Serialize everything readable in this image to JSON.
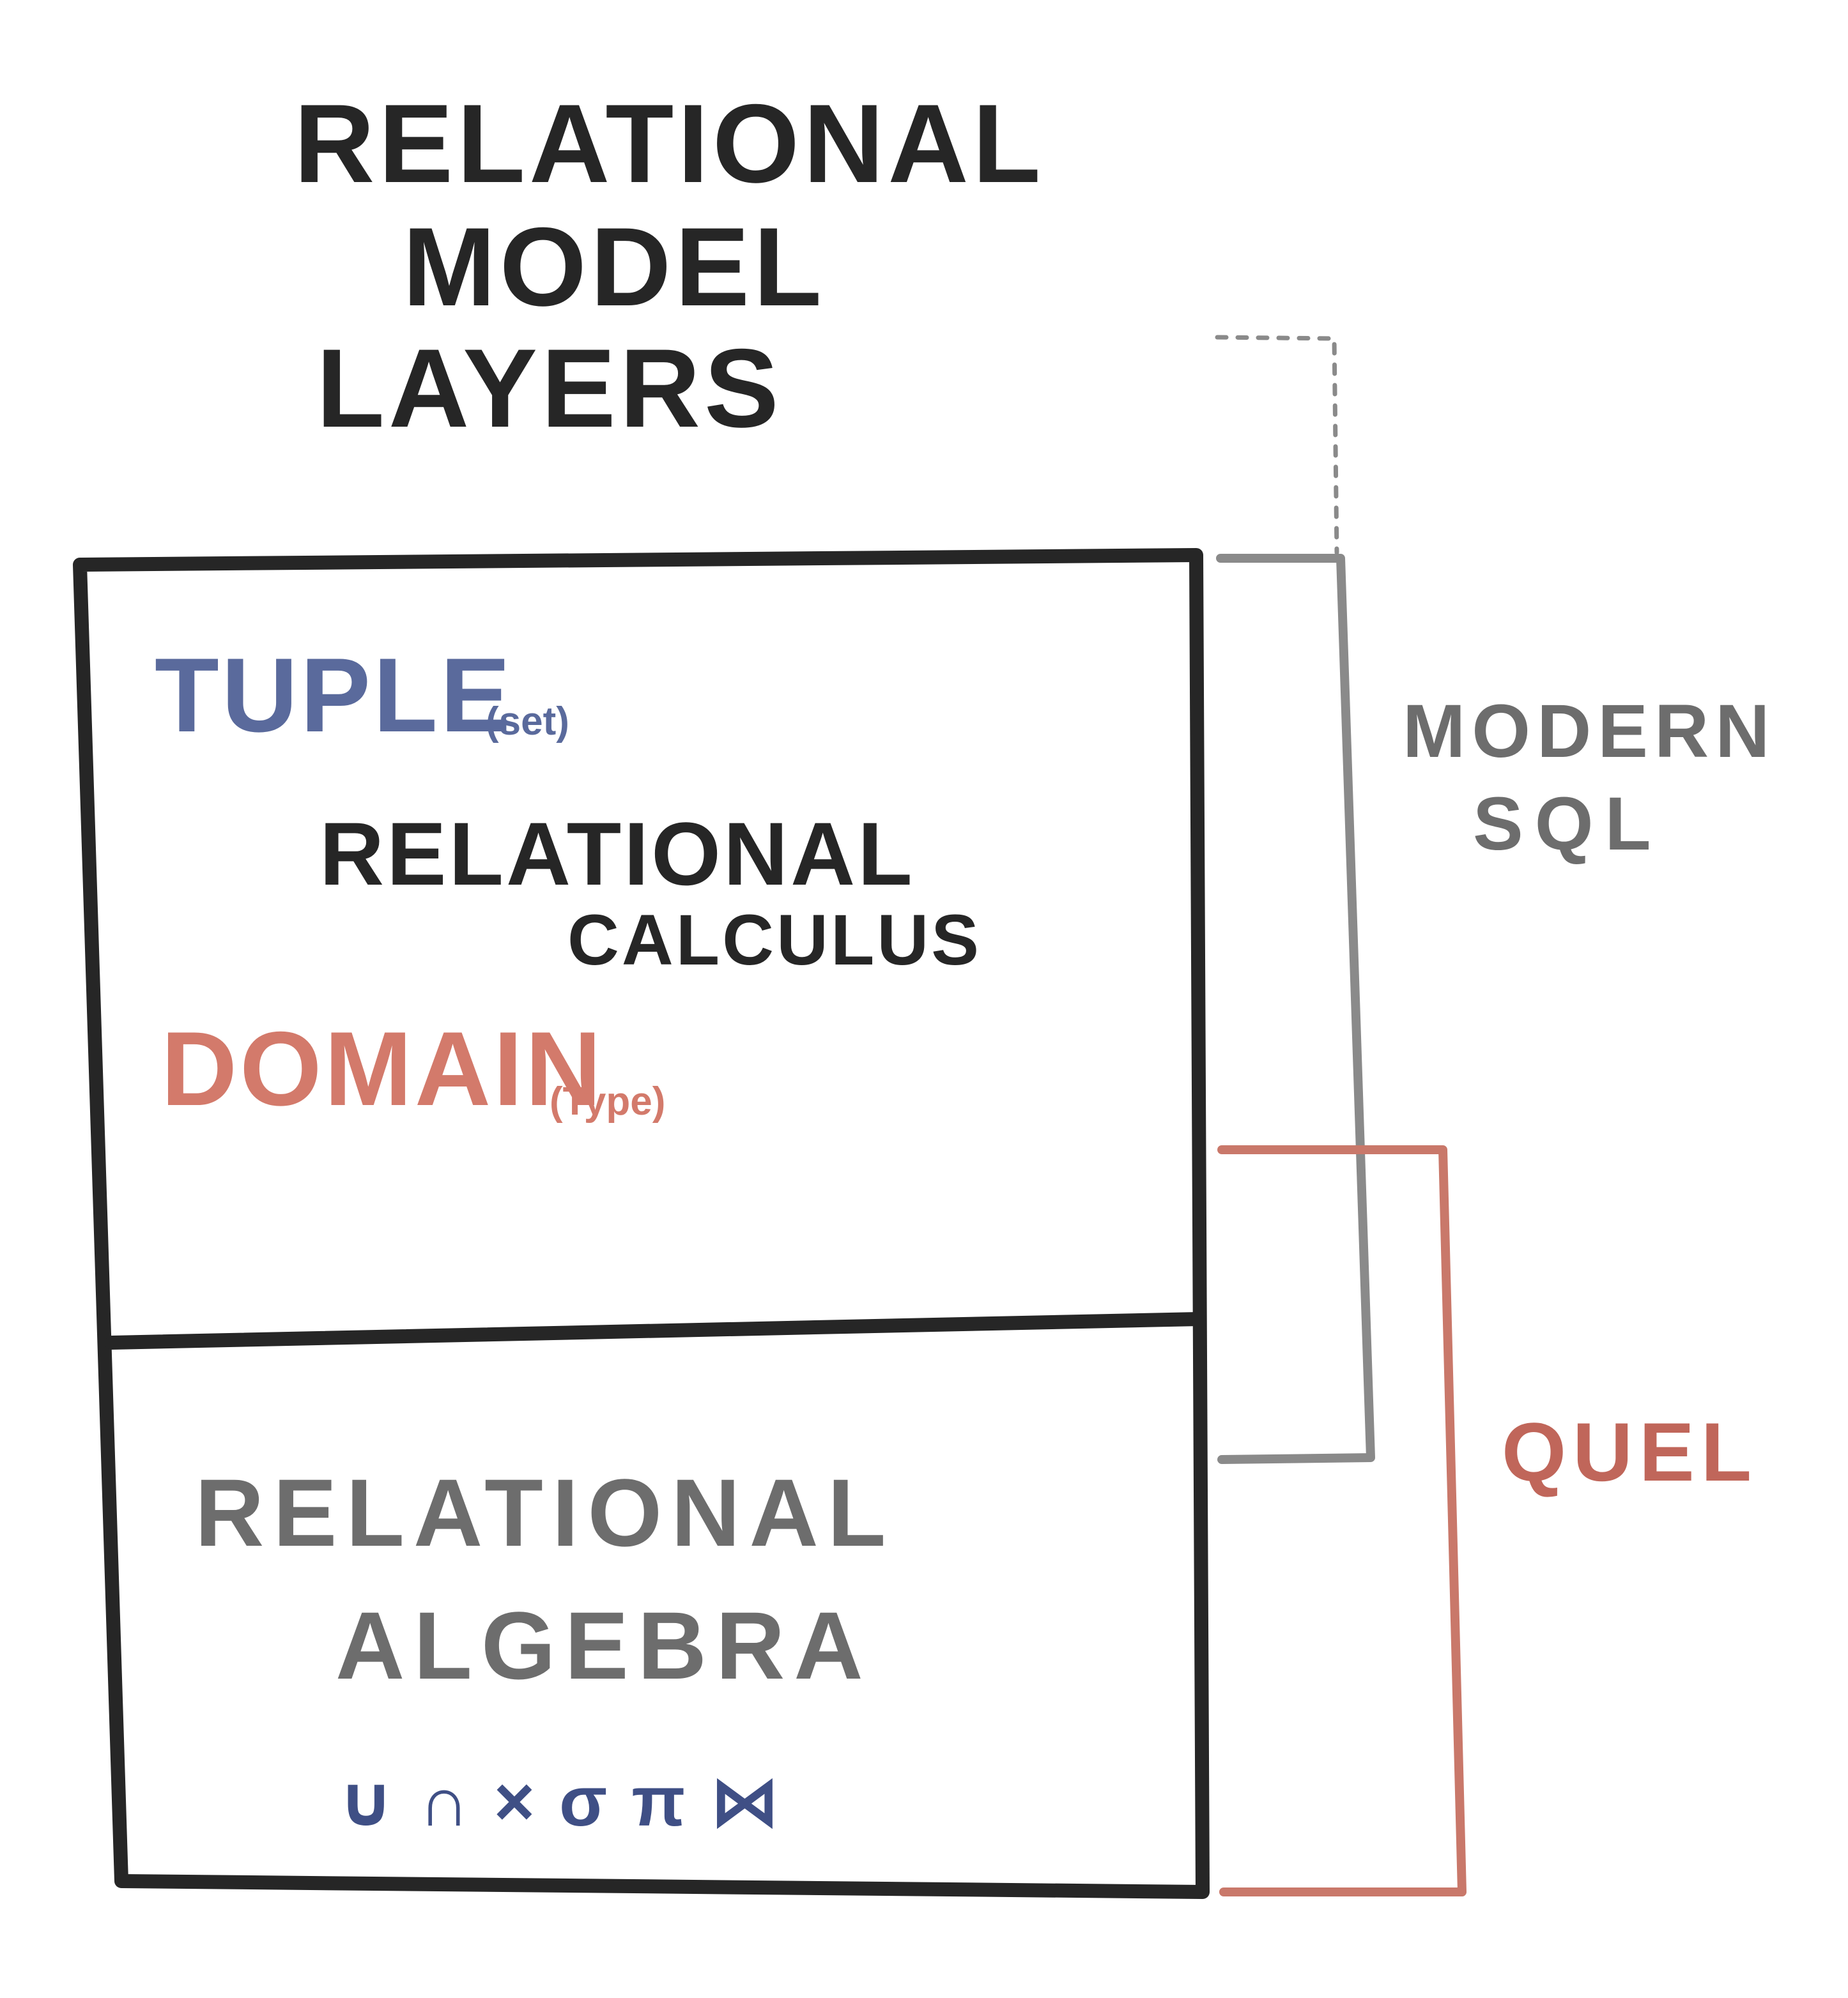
{
  "title_lines": [
    "RELATIONAL",
    "MODEL",
    "LAYERS"
  ],
  "upper_box": {
    "tuple_label": "TUPLE",
    "tuple_note": "(set)",
    "calculus_line1": "RELATIONAL",
    "calculus_line2": "CALCULUS",
    "domain_label": "DOMAIN",
    "domain_note": "(Type)"
  },
  "lower_box": {
    "algebra_line1": "RELATIONAL",
    "algebra_line2": "ALGEBRA",
    "operators": "∪∩×σπ⋈"
  },
  "brackets": {
    "modern_sql_line1": "MODERN",
    "modern_sql_line2": "SQL",
    "quel_label": "QUEL"
  },
  "colors": {
    "ink": "#262626",
    "tuple_blue": "#5a6a9c",
    "operators_blue": "#3f4f85",
    "domain_red": "#d37a6b",
    "gray_text": "#6d6d6d",
    "sql_bracket": "#8a8a8a",
    "quel_bracket": "#c9786a",
    "quel_text": "#c0665a"
  }
}
